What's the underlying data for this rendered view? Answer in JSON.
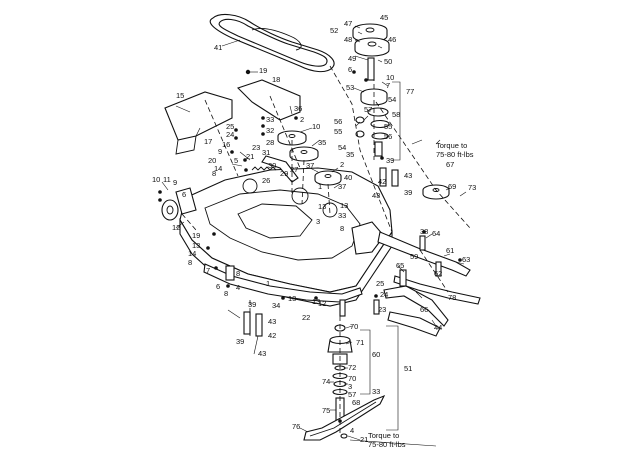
{
  "notes": {
    "torque_upper_line1": "Torque to",
    "torque_upper_line2": "75-80 ft-lbs",
    "torque_lower_line1": "Torque to",
    "torque_lower_line2": "75-80 ft-lbs"
  },
  "callouts": {
    "c41": "41",
    "c47": "47",
    "c45": "45",
    "c52": "52",
    "c48": "48",
    "c46": "46",
    "c49": "49",
    "c50": "50",
    "c19a": "19",
    "c18": "18",
    "c6a": "6",
    "c10a": "10",
    "c7a": "7",
    "c53": "53",
    "c77": "77",
    "c54a": "54",
    "c56": "56",
    "c58": "58",
    "c55a": "55",
    "c57a": "57",
    "c54b": "54",
    "c55b": "55",
    "c56b": "56",
    "c15": "15",
    "c36": "36",
    "c33a": "33",
    "c2a": "2",
    "c25a": "25",
    "c32": "32",
    "c24a": "24",
    "c28": "28",
    "c17": "17",
    "c35a": "35",
    "c10b": "10",
    "c16": "16",
    "c23": "23",
    "c31": "31",
    "c20": "20",
    "c5": "5",
    "c30": "30",
    "c29": "29",
    "c27": "27",
    "c26": "26",
    "c37a": "37",
    "c9": "9",
    "c21a": "21",
    "c2b": "2",
    "c35b": "35",
    "c40": "40",
    "c37b": "37",
    "c1": "1",
    "c14a": "14",
    "c8a": "8",
    "c39a": "39",
    "c43a": "43",
    "c42a": "42",
    "c39b": "39",
    "c43b": "43",
    "c67": "67",
    "c69": "69",
    "c73": "73",
    "c10c": "10",
    "c11": "11",
    "c9b": "9",
    "c6b": "6",
    "c12": "12",
    "c13a": "13",
    "c13b": "13",
    "c33b": "33",
    "c3a": "3",
    "c8b": "8",
    "c38": "38",
    "c64": "64",
    "c61": "61",
    "c63": "63",
    "c62": "62",
    "c59": "59",
    "c65": "65",
    "c19b": "19",
    "c13c": "13",
    "c14b": "14",
    "c8c": "8",
    "c7b": "7",
    "c8d": "8",
    "c6c": "6",
    "c4": "4",
    "c8e": "8",
    "c25b": "25",
    "c24b": "24",
    "c1b": "1",
    "c13d": "13",
    "c13e": "13",
    "c22": "22",
    "c12b": "12",
    "c23b": "23",
    "c34": "34",
    "c39c": "39",
    "c43c": "43",
    "c42b": "42",
    "c39d": "39",
    "c43d": "43",
    "c66": "66",
    "c78": "78",
    "c44": "44",
    "c70a": "70",
    "c71": "71",
    "c60": "60",
    "c72": "72",
    "c74": "74",
    "c70b": "70",
    "c3b": "3",
    "c57b": "57",
    "c68": "68",
    "c33c": "33",
    "c51": "51",
    "c75": "75",
    "c76": "76",
    "c4b": "4",
    "c21b": "21"
  }
}
